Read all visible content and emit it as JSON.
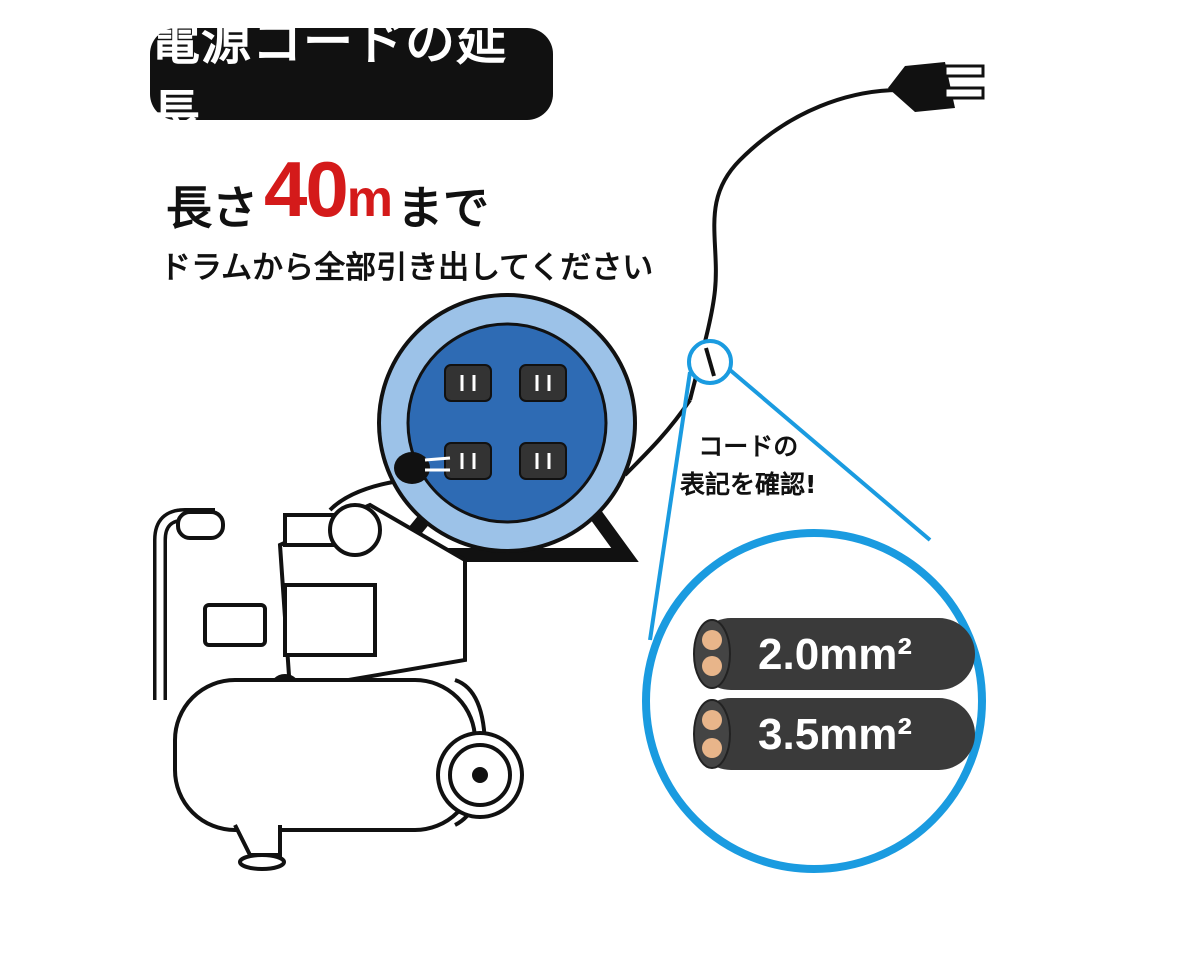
{
  "title_badge": "電源コードの延長",
  "length": {
    "prefix": "長さ",
    "value": "40",
    "unit": "m",
    "suffix": "まで"
  },
  "instruction": "ドラムから全部引き出してください",
  "callout": {
    "line1": "コードの",
    "line2": "表記を確認!"
  },
  "cables": [
    {
      "label": "2.0mm²"
    },
    {
      "label": "3.5mm²"
    }
  ],
  "colors": {
    "accent_red": "#d41a1a",
    "zoom_ring": "#1a9be0",
    "reel_outer": "#9cc2e8",
    "reel_inner": "#2e6bb4",
    "cable": "#3a3a3a"
  }
}
